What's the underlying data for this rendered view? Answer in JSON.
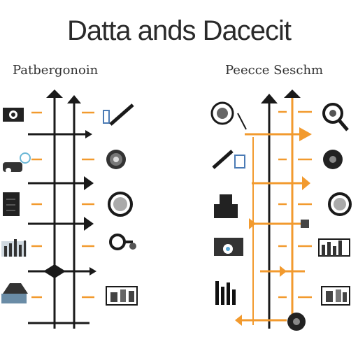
{
  "title": "Datta ands Dacecit",
  "panels": [
    {
      "label": "Patbergonoin",
      "accent": "#1a1a1a",
      "side": "left"
    },
    {
      "label": "Peecce Seschm",
      "accent": "#f29a2e",
      "side": "right"
    }
  ],
  "icons": {
    "left_outer": [
      "camera-icon",
      "robot-arm-icon",
      "server-rack-icon",
      "bar-chart-icon",
      "laptop-icon"
    ],
    "left_inner": [
      "cursor-pen-icon",
      "hard-drive-icon",
      "brain-circle-icon",
      "location-pin-icon",
      "machine-icon"
    ],
    "right_outer": [
      "clock-icon",
      "pen-tool-icon",
      "printer-icon",
      "camera-lens-icon",
      "bar-graph-icon"
    ],
    "right_inner": [
      "magnifier-icon",
      "disc-icon",
      "brain-circle-icon",
      "factory-chart-icon",
      "machine-icon"
    ]
  },
  "colors": {
    "dark": "#1a1a1a",
    "orange": "#f29a2e"
  }
}
